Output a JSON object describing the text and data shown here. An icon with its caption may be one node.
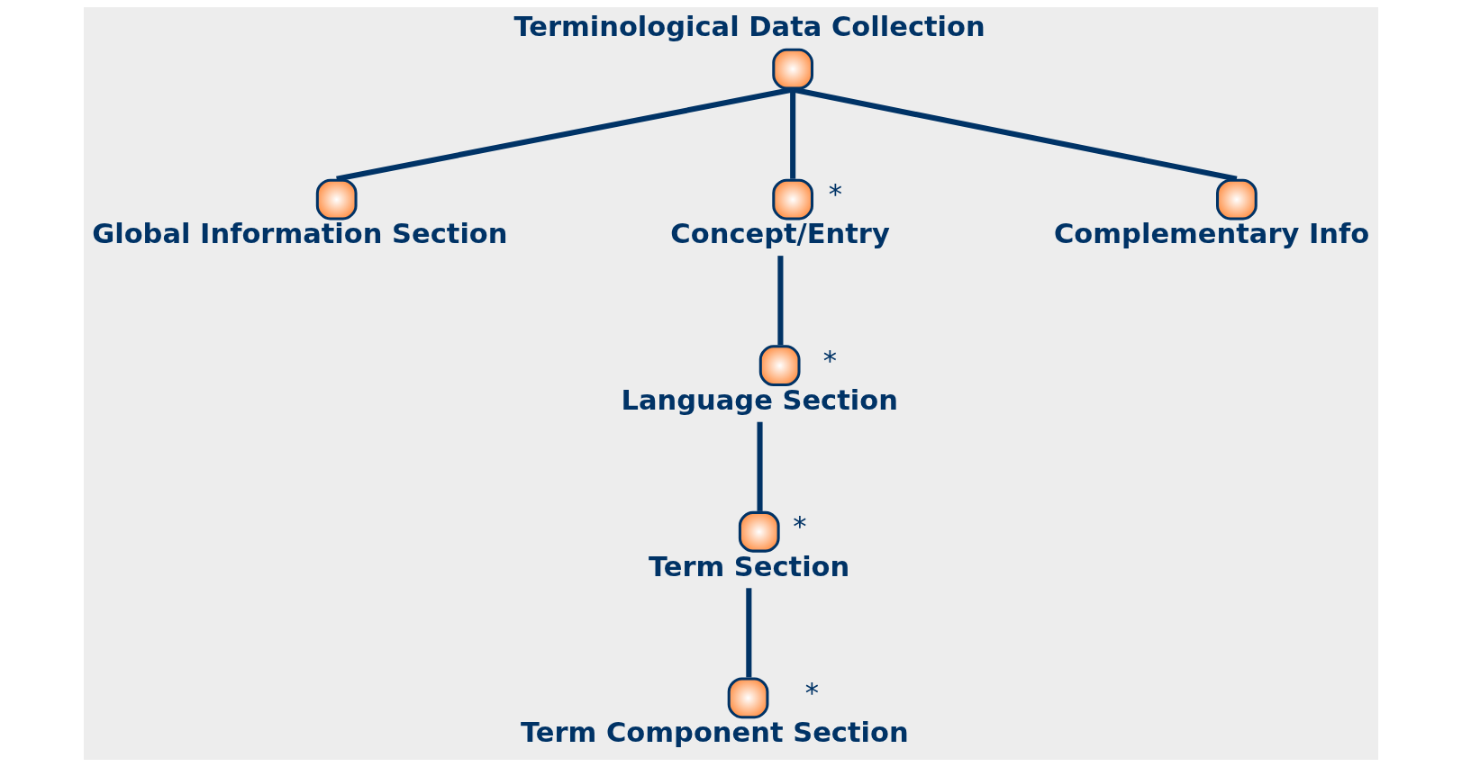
{
  "diagram": {
    "nodes": [
      {
        "text": [
          "Terminological Data Collection"
        ]
      },
      {
        "text": [
          "Global Information Section"
        ]
      },
      {
        "text": [
          "Concept/Entry"
        ],
        "beside": [
          "*"
        ]
      },
      {
        "text": [
          "Complementary Info"
        ]
      },
      {
        "text": [
          "Language Section"
        ],
        "beside": [
          "*"
        ]
      },
      {
        "text": [
          "Term Section"
        ],
        "beside": [
          "*"
        ]
      },
      {
        "text": [
          "Term Component Section"
        ],
        "beside": [
          "*"
        ]
      }
    ],
    "edges": [
      {
        "from": 0,
        "to": 1,
        "arrow": "none"
      },
      {
        "from": 0,
        "to": 2,
        "arrow": "none"
      },
      {
        "from": 0,
        "to": 3,
        "arrow": "none"
      },
      {
        "from": 2,
        "to": 4,
        "arrow": "none"
      },
      {
        "from": 4,
        "to": 5,
        "arrow": "none"
      },
      {
        "from": 5,
        "to": 6,
        "arrow": "none"
      }
    ]
  }
}
